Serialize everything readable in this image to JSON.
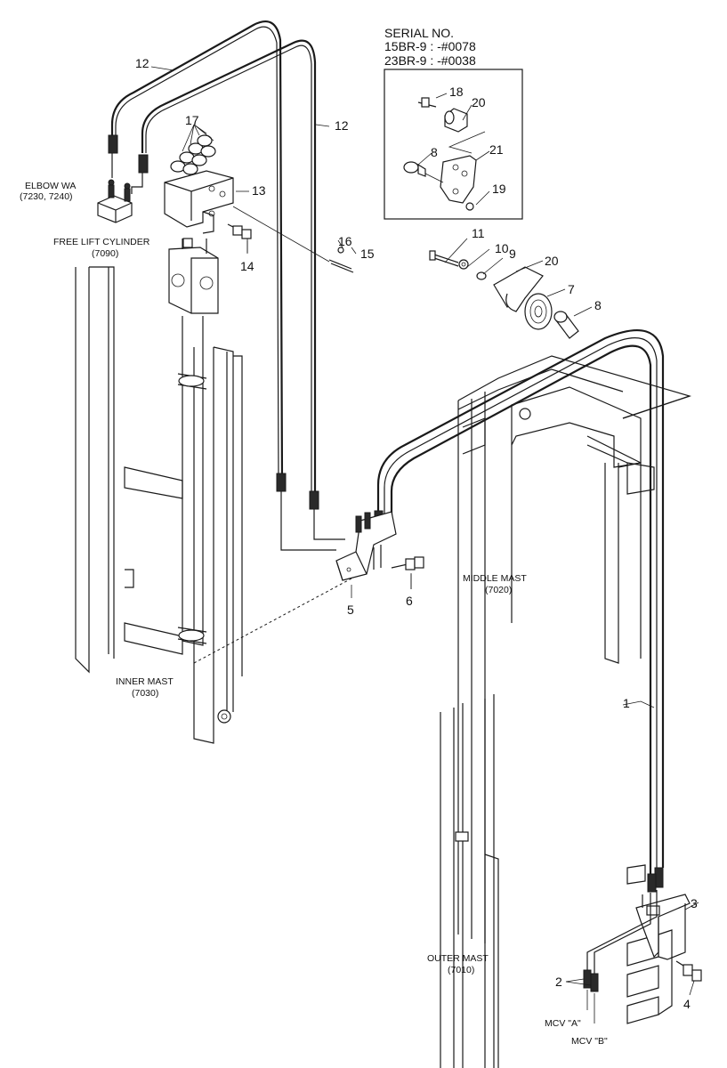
{
  "serial": {
    "title": "SERIAL NO.",
    "line1": "15BR-9 : -#0078",
    "line2": "23BR-9 : -#0038"
  },
  "labels": {
    "elbow": "ELBOW WA",
    "elbow_ref": "(7230, 7240)",
    "free_lift": "FREE LIFT CYLINDER",
    "free_lift_ref": "(7090)",
    "inner_mast": "INNER MAST",
    "inner_mast_ref": "(7030)",
    "middle_mast": "MIDDLE MAST",
    "middle_mast_ref": "(7020)",
    "outer_mast": "OUTER MAST",
    "outer_mast_ref": "(7010)",
    "mcv_a": "MCV \"A\"",
    "mcv_b": "MCV \"B\""
  },
  "callouts": {
    "c1": "1",
    "c2": "2",
    "c3": "3",
    "c4": "4",
    "c5": "5",
    "c6": "6",
    "c7": "7",
    "c8": "8",
    "c8b": "8",
    "c9": "9",
    "c10": "10",
    "c11": "11",
    "c12a": "12",
    "c12b": "12",
    "c13": "13",
    "c14": "14",
    "c15": "15",
    "c16": "16",
    "c17": "17",
    "c18": "18",
    "c19": "19",
    "c20": "20",
    "c20b": "20",
    "c21": "21"
  }
}
